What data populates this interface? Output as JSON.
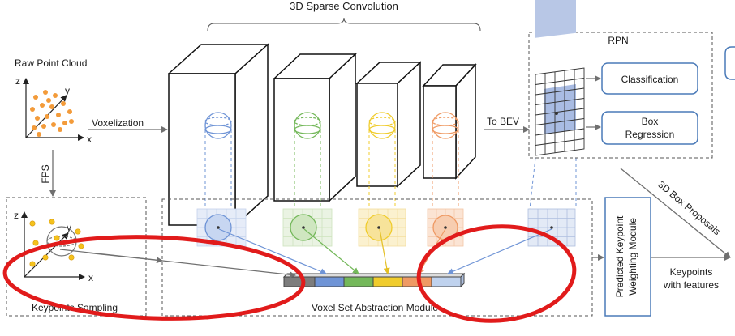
{
  "title": "3D Sparse Convolution",
  "raw_point_cloud": "Raw Point Cloud",
  "voxelization": "Voxelization",
  "to_bev": "To BEV",
  "fps": "FPS",
  "rpn": "RPN",
  "classification": "Classification",
  "box": "Box",
  "regression": "Regression",
  "proposals": "3D Box Proposals",
  "keypoints_sampling": "Keypoints Sampling",
  "vsa_module": "Voxel Set Abstraction Module",
  "weighting_line1": "Predicted Keypoint",
  "weighting_line2": "Weighting Module",
  "keypoints": "Keypoints",
  "with_features": "with features",
  "axis_x": "x",
  "axis_y": "y",
  "axis_z": "z",
  "colors": {
    "blue": "#6f94d6",
    "green": "#74b85a",
    "yellow": "#f0cc2c",
    "orange": "#ef9a64",
    "lightblue": "#bfd2ee",
    "gray": "#7d7d7d",
    "box_border": "#4a7ab8",
    "red": "#e11b1b",
    "point_orange": "#f39b3a",
    "point_yellow": "#f4c21d"
  }
}
